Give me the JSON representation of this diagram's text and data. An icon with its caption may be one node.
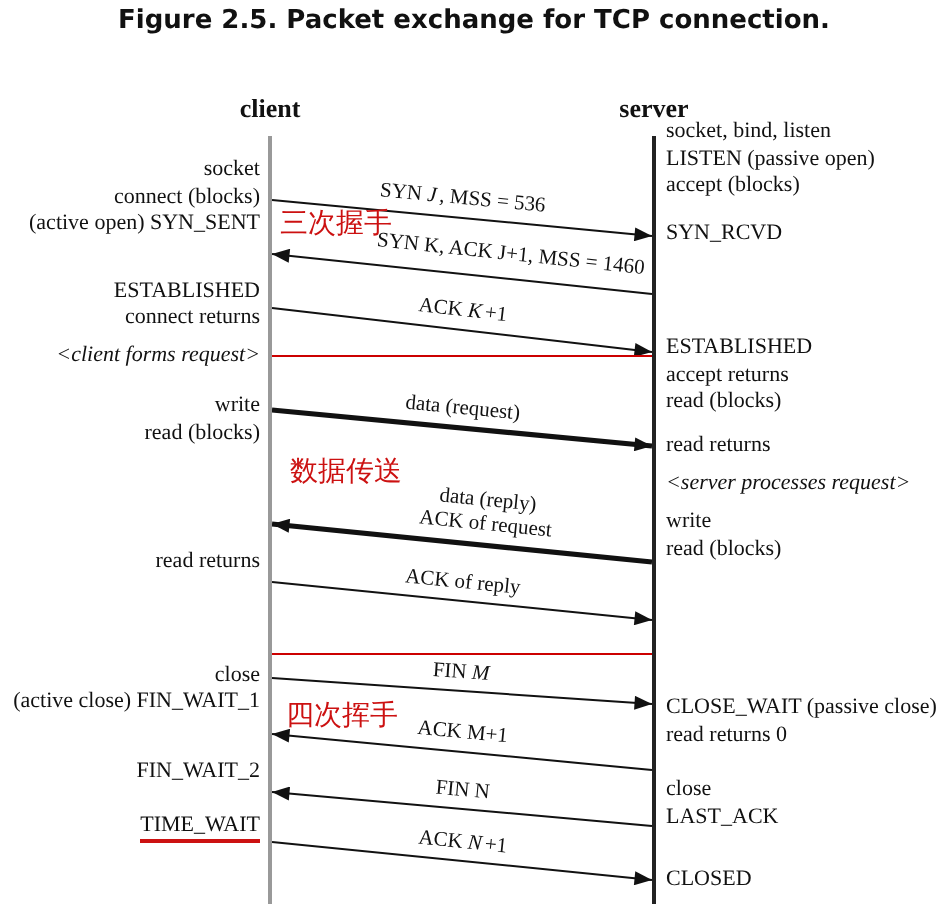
{
  "diagram": {
    "title": "Figure 2.5. Packet exchange for TCP connection.",
    "nodes": [
      {
        "text": [],
        "shape": "bar"
      },
      {
        "text": [],
        "shape": "bar"
      }
    ],
    "edges": [
      {
        "from": 0,
        "to": 1,
        "arrow": "to",
        "label": "SYN *J*, MSS = 536"
      },
      {
        "from": 1,
        "to": 0,
        "arrow": "to",
        "label": "SYN K, ACK J+1, MSS = 1460"
      },
      {
        "from": 0,
        "to": 1,
        "arrow": "to",
        "label": "ACK *K*+1"
      },
      {
        "from": 0,
        "to": 1,
        "arrow": "none",
        "color": "#cc0000"
      },
      {
        "from": 0,
        "to": 1,
        "arrow": "to",
        "label": "data (request)",
        "style": "thick"
      },
      {
        "from": 1,
        "to": 0,
        "arrow": "to",
        "label": "data (reply) ACK of request",
        "style": "thick"
      },
      {
        "from": 0,
        "to": 1,
        "arrow": "to",
        "label": "ACK of reply"
      },
      {
        "from": 0,
        "to": 1,
        "arrow": "none",
        "color": "#cc0000"
      },
      {
        "from": 0,
        "to": 1,
        "arrow": "to",
        "label": "FIN *M*"
      },
      {
        "from": 1,
        "to": 0,
        "arrow": "to",
        "label": "ACK M+1"
      },
      {
        "from": 1,
        "to": 0,
        "arrow": "to",
        "label": "FIN N"
      },
      {
        "from": 0,
        "to": 1,
        "arrow": "to",
        "label": "ACK *N*+1"
      }
    ],
    "labels": [
      "client",
      "server",
      "socket, bind, listen",
      "LISTEN  (passive open)",
      "socket",
      "accept (blocks)",
      "connect (blocks)",
      "(active open)  SYN_SENT",
      "SYN_RCVD",
      "三次握手",
      "ESTABLISHED",
      "connect returns",
      "ESTABLISHED",
      "<client forms request>",
      "accept returns",
      "read (blocks)",
      "write",
      "read (blocks)",
      "read returns",
      "数据传送",
      "<server processes request>",
      "write",
      "read (blocks)",
      "read returns",
      "close",
      "(active close)  FIN_WAIT_1",
      "CLOSE_WAIT  (passive close)",
      "四次挥手",
      "read returns 0",
      "FIN_WAIT_2",
      "close",
      "LAST_ACK",
      "TIME_WAIT",
      "CLOSED"
    ]
  }
}
